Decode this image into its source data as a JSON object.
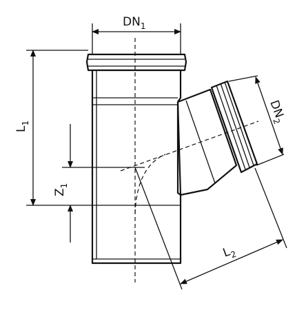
{
  "labels": {
    "dn1": {
      "main": "DN",
      "sub": "1"
    },
    "dn2": {
      "main": "DN",
      "sub": "2"
    },
    "l1": {
      "main": "L",
      "sub": "1"
    },
    "l2": {
      "main": "L",
      "sub": "2"
    },
    "z1": {
      "main": "Z",
      "sub": "1"
    }
  }
}
